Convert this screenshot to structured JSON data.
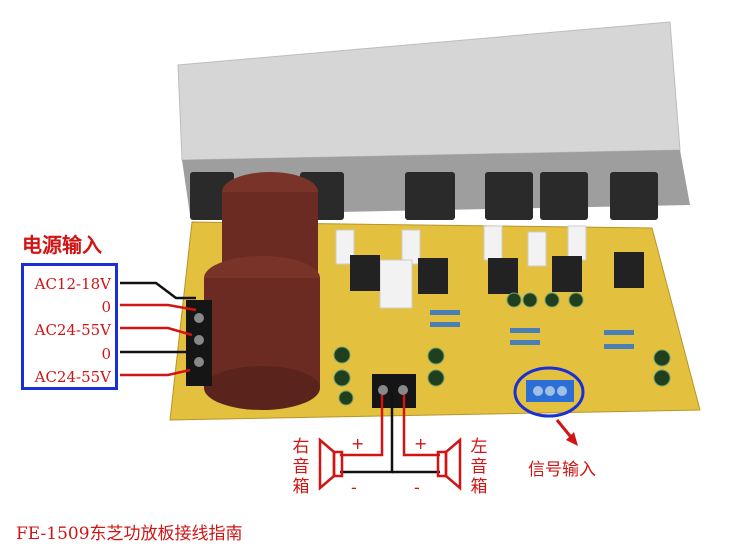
{
  "power_input": {
    "title": "电源输入",
    "lines": [
      "AC12-18V",
      "0",
      "AC24-55V",
      "0",
      "AC24-55V"
    ]
  },
  "speakers": {
    "right": {
      "label_lines": [
        "右",
        "音",
        "箱"
      ],
      "plus": "+",
      "minus": "-"
    },
    "left": {
      "label_lines": [
        "左",
        "音",
        "箱"
      ],
      "plus": "+",
      "minus": "-"
    }
  },
  "signal_input": {
    "label": "信号输入"
  },
  "caption": "FE-1509东芝功放板接线指南",
  "colors": {
    "annotation_red": "#d21414",
    "box_blue": "#1a2fd6",
    "pcb_yellow": "#e3c03e",
    "heatsink": "#d9d9d9",
    "capacitor": "#6b2b22"
  }
}
